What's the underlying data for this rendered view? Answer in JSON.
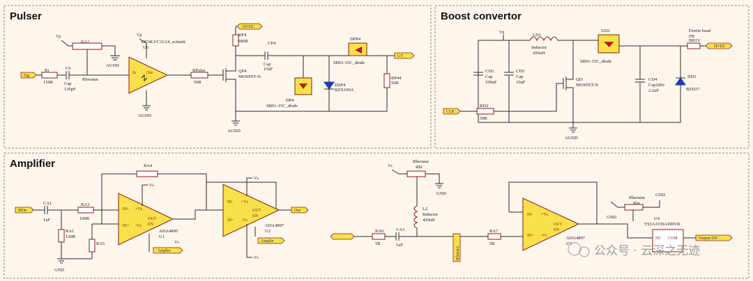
{
  "panels": {
    "pulser": "Pulser",
    "boost": "Boost convertor",
    "amplifier": "Amplifier"
  },
  "pulser": {
    "vp": "Vp",
    "vp2": "Vp",
    "ra2": "RA2",
    "rheostat_r": "Rheostat",
    "agnd1": "AGND",
    "u_name": "SN74LVC1G14_schmitt",
    "u_ref": "U6",
    "sig": "Sig",
    "ri": "Ri",
    "ri_val": "150R",
    "c6": "C6",
    "cap": "Cap",
    "cap_val": "130pF",
    "in_pin": "In",
    "out_pin": "Out",
    "rpulse": "RPulse",
    "rpulse_val": "50R",
    "agnd2": "AGND",
    "hvdc": "HVDC",
    "rp4": "RP4",
    "rp4_val": "680R",
    "qp4": "QP4",
    "mosfet": "MOSFET-N",
    "cp4": "CP4",
    "cap2": "Cap",
    "cap2_val": "15nF",
    "dp4": "DP4",
    "dp4_name": "SB01-15C_diode",
    "dpp4": "DPP4",
    "dpp4_name": "SB01-15C_diode",
    "dzp4": "DZP4",
    "dzp4_val": "BZX100A",
    "rp44": "RP44",
    "rp44_val": "50R",
    "ut": "UT",
    "agnd3": "AGND"
  },
  "boost": {
    "vp": "Vp",
    "ld1": "LD1",
    "inductor": "Inductor",
    "ld1_val": "200uH",
    "ud2": "UD2",
    "d_name": "SB01-15C_diode",
    "ferrite": "Ferrite bead",
    "fb": "FB",
    "fb_val": "BB1V",
    "hvdc": "HVDC",
    "cd2": "CD2",
    "cap": "Cap",
    "cd2_val": "100uF",
    "cd3": "CD3",
    "cap3": "Cap",
    "cd3_val": "10uF",
    "qd": "QD",
    "mosfet": "MOSFET-N",
    "cd4": "CD4",
    "cd4_val": "Cap200v",
    "cd4_val2": "2.2uF",
    "dd1": "DD1",
    "dd1_val": "BZD27",
    "clk": "CLK",
    "rd2": "RD2",
    "rd2_val": "50R",
    "agnd": "AGND"
  },
  "amplifier": {
    "rfin": "RFin",
    "ca1": "CA1",
    "ca1_val": "1uF",
    "ra3": "RA3",
    "ra3_val": "100R",
    "ra1": "RA1",
    "ra1_val": "120R",
    "ra5": "RA5",
    "gnd": "GND",
    "ra4": "RA4",
    "u1_name": "ADA4895",
    "u1_ref": "U1",
    "u2_name": "ADA4897",
    "u2_ref": "U2",
    "amplin": "Amplin",
    "amplin2": "Amplin",
    "vs": "Vs",
    "vs2": "Vs",
    "out": "Out",
    "pin_inp": "IN+",
    "pin_inn": "IN-",
    "pin_vp": "+Vs",
    "pin_vn": "-Vs",
    "pin_out": "OUT",
    "pin_en": "EN",
    "rheostat": "Rheostat",
    "rht": "Rht",
    "l2": "L2",
    "inductor": "Inductor",
    "l2_val": "420nH",
    "ra6": "RA6",
    "ra6_val": "5R",
    "ca3": "CA3",
    "ca3_val": "1uF",
    "rlmode": "RlmodA",
    "ra7": "RA7",
    "ra7_val": "5R",
    "u3_name": "ADA4897",
    "u3_ref": "U3",
    "rheostat2": "Rheostat",
    "rhr": "Rhr",
    "gnd2": "GND",
    "gnd3": "GND",
    "u4": "U4",
    "u4_name": "TS5A3159ADBVR",
    "nc": "NC",
    "com": "COM",
    "output_sw": "Output SW",
    "vs3": "Vs",
    "vs4": "Vs",
    "vs5": "Vs"
  },
  "watermark": "公众号 · 云深之无迹"
}
